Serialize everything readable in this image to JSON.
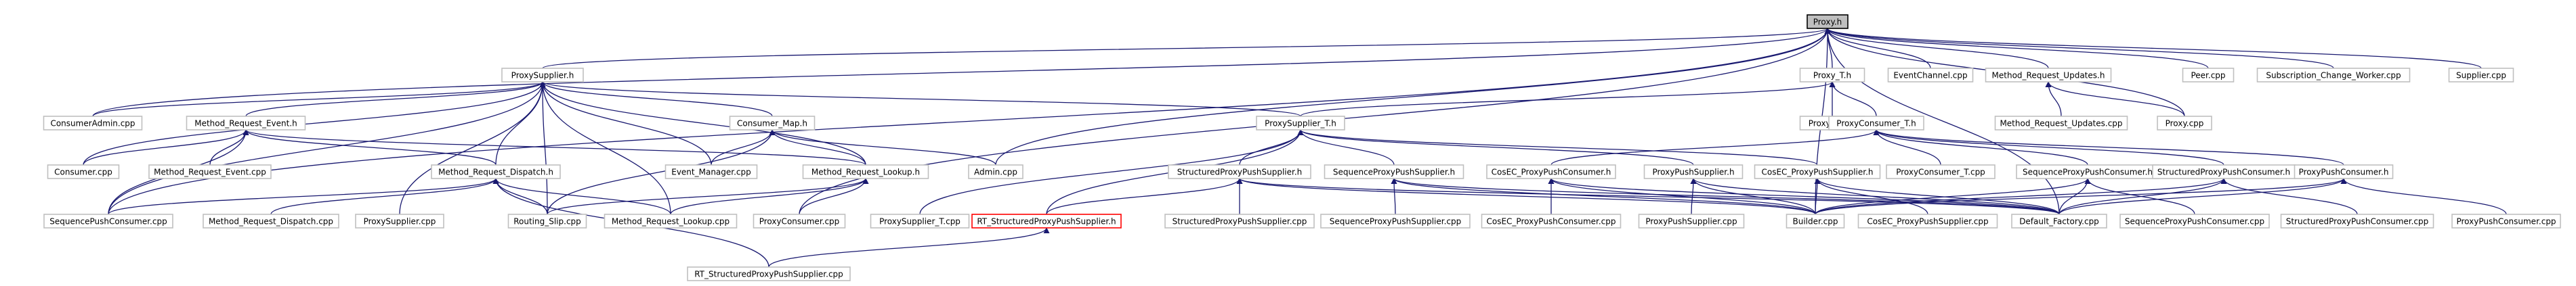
{
  "nodes": [
    {
      "id": "proxy_h",
      "label": "Proxy.h",
      "style": "root"
    },
    {
      "id": "proxysupplier_h",
      "label": "ProxySupplier.h",
      "style": "normal"
    },
    {
      "id": "proxy_t_h",
      "label": "Proxy_T.h",
      "style": "normal"
    },
    {
      "id": "eventchannel_cpp",
      "label": "EventChannel.cpp",
      "style": "normal"
    },
    {
      "id": "mru_h",
      "label": "Method_Request_Updates.h",
      "style": "normal"
    },
    {
      "id": "peer_cpp",
      "label": "Peer.cpp",
      "style": "normal"
    },
    {
      "id": "subchange_cpp",
      "label": "Subscription_Change_Worker.cpp",
      "style": "normal"
    },
    {
      "id": "supplier_cpp",
      "label": "Supplier.cpp",
      "style": "normal"
    },
    {
      "id": "consumeradmin_cpp",
      "label": "ConsumerAdmin.cpp",
      "style": "normal"
    },
    {
      "id": "mre_h",
      "label": "Method_Request_Event.h",
      "style": "normal"
    },
    {
      "id": "consumer_map_h",
      "label": "Consumer_Map.h",
      "style": "normal"
    },
    {
      "id": "proxysupplier_t_h",
      "label": "ProxySupplier_T.h",
      "style": "normal"
    },
    {
      "id": "proxy_t_cpp",
      "label": "Proxy_T.cpp",
      "style": "normal"
    },
    {
      "id": "proxyconsumer_t_h",
      "label": "ProxyConsumer_T.h",
      "style": "normal"
    },
    {
      "id": "mru_cpp",
      "label": "Method_Request_Updates.cpp",
      "style": "normal"
    },
    {
      "id": "proxy_cpp",
      "label": "Proxy.cpp",
      "style": "normal"
    },
    {
      "id": "consumer_cpp",
      "label": "Consumer.cpp",
      "style": "normal"
    },
    {
      "id": "mre_cpp",
      "label": "Method_Request_Event.cpp",
      "style": "normal"
    },
    {
      "id": "event_manager_cpp",
      "label": "Event_Manager.cpp",
      "style": "normal"
    },
    {
      "id": "admin_cpp",
      "label": "Admin.cpp",
      "style": "normal"
    },
    {
      "id": "mrd_h",
      "label": "Method_Request_Dispatch.h",
      "style": "normal"
    },
    {
      "id": "mrl_h",
      "label": "Method_Request_Lookup.h",
      "style": "normal"
    },
    {
      "id": "spps_h",
      "label": "StructuredProxyPushSupplier.h",
      "style": "normal"
    },
    {
      "id": "seqpps_h",
      "label": "SequenceProxyPushSupplier.h",
      "style": "normal"
    },
    {
      "id": "cosec_ppc_h",
      "label": "CosEC_ProxyPushConsumer.h",
      "style": "normal"
    },
    {
      "id": "pps_h",
      "label": "ProxyPushSupplier.h",
      "style": "normal"
    },
    {
      "id": "cosec_pps_h",
      "label": "CosEC_ProxyPushSupplier.h",
      "style": "normal"
    },
    {
      "id": "proxyconsumer_t_cpp",
      "label": "ProxyConsumer_T.cpp",
      "style": "normal"
    },
    {
      "id": "seqppc_h",
      "label": "SequenceProxyPushConsumer.h",
      "style": "normal"
    },
    {
      "id": "sppc_h",
      "label": "StructuredProxyPushConsumer.h",
      "style": "normal"
    },
    {
      "id": "ppc_h",
      "label": "ProxyPushConsumer.h",
      "style": "normal"
    },
    {
      "id": "seqpushconsumer_cpp",
      "label": "SequencePushConsumer.cpp",
      "style": "normal"
    },
    {
      "id": "mrd_cpp",
      "label": "Method_Request_Dispatch.cpp",
      "style": "normal"
    },
    {
      "id": "proxysupplier_cpp",
      "label": "ProxySupplier.cpp",
      "style": "normal"
    },
    {
      "id": "routing_slip_cpp",
      "label": "Routing_Slip.cpp",
      "style": "normal"
    },
    {
      "id": "mrl_cpp",
      "label": "Method_Request_Lookup.cpp",
      "style": "normal"
    },
    {
      "id": "proxyconsumer_cpp",
      "label": "ProxyConsumer.cpp",
      "style": "normal"
    },
    {
      "id": "proxysupplier_t_cpp",
      "label": "ProxySupplier_T.cpp",
      "style": "normal"
    },
    {
      "id": "rt_spps_h",
      "label": "RT_StructuredProxyPushSupplier.h",
      "style": "red"
    },
    {
      "id": "spps_cpp",
      "label": "StructuredProxyPushSupplier.cpp",
      "style": "normal"
    },
    {
      "id": "seqpps_cpp",
      "label": "SequenceProxyPushSupplier.cpp",
      "style": "normal"
    },
    {
      "id": "cosec_ppc_cpp",
      "label": "CosEC_ProxyPushConsumer.cpp",
      "style": "normal"
    },
    {
      "id": "pps_cpp",
      "label": "ProxyPushSupplier.cpp",
      "style": "normal"
    },
    {
      "id": "builder_cpp",
      "label": "Builder.cpp",
      "style": "normal"
    },
    {
      "id": "cosec_pps_cpp",
      "label": "CosEC_ProxyPushSupplier.cpp",
      "style": "normal"
    },
    {
      "id": "default_factory_cpp",
      "label": "Default_Factory.cpp",
      "style": "normal"
    },
    {
      "id": "seqppc_cpp",
      "label": "SequenceProxyPushConsumer.cpp",
      "style": "normal"
    },
    {
      "id": "sppc_cpp",
      "label": "StructuredProxyPushConsumer.cpp",
      "style": "normal"
    },
    {
      "id": "ppc_cpp",
      "label": "ProxyPushConsumer.cpp",
      "style": "normal"
    },
    {
      "id": "rt_spps_cpp",
      "label": "RT_StructuredProxyPushSupplier.cpp",
      "style": "normal"
    }
  ],
  "edges": [
    [
      "proxysupplier_h",
      "proxy_h"
    ],
    [
      "proxy_t_h",
      "proxy_h"
    ],
    [
      "eventchannel_cpp",
      "proxy_h"
    ],
    [
      "mru_h",
      "proxy_h"
    ],
    [
      "peer_cpp",
      "proxy_h"
    ],
    [
      "subchange_cpp",
      "proxy_h"
    ],
    [
      "supplier_cpp",
      "proxy_h"
    ],
    [
      "proxy_cpp",
      "proxy_h"
    ],
    [
      "consumeradmin_cpp",
      "proxy_h"
    ],
    [
      "admin_cpp",
      "proxy_h"
    ],
    [
      "seqpushconsumer_cpp",
      "proxy_h"
    ],
    [
      "builder_cpp",
      "proxy_h"
    ],
    [
      "proxyconsumer_cpp",
      "proxy_h"
    ],
    [
      "default_factory_cpp",
      "proxy_h"
    ],
    [
      "consumeradmin_cpp",
      "proxysupplier_h"
    ],
    [
      "mre_h",
      "proxysupplier_h"
    ],
    [
      "consumer_map_h",
      "proxysupplier_h"
    ],
    [
      "proxysupplier_t_h",
      "proxysupplier_h"
    ],
    [
      "consumer_cpp",
      "proxysupplier_h"
    ],
    [
      "mrd_h",
      "proxysupplier_h"
    ],
    [
      "mrl_h",
      "proxysupplier_h"
    ],
    [
      "event_manager_cpp",
      "proxysupplier_h"
    ],
    [
      "seqpushconsumer_cpp",
      "proxysupplier_h"
    ],
    [
      "proxysupplier_cpp",
      "proxysupplier_h"
    ],
    [
      "routing_slip_cpp",
      "proxysupplier_h"
    ],
    [
      "mrl_cpp",
      "proxysupplier_h"
    ],
    [
      "proxy_t_cpp",
      "proxy_t_h"
    ],
    [
      "proxyconsumer_t_h",
      "proxy_t_h"
    ],
    [
      "proxysupplier_t_h",
      "proxy_t_h"
    ],
    [
      "mru_cpp",
      "mru_h"
    ],
    [
      "proxy_cpp",
      "mru_h"
    ],
    [
      "consumer_cpp",
      "mre_h"
    ],
    [
      "mre_cpp",
      "mre_h"
    ],
    [
      "mrd_h",
      "mre_h"
    ],
    [
      "mrl_h",
      "mre_h"
    ],
    [
      "seqpushconsumer_cpp",
      "mre_h"
    ],
    [
      "event_manager_cpp",
      "consumer_map_h"
    ],
    [
      "admin_cpp",
      "consumer_map_h"
    ],
    [
      "mrl_h",
      "consumer_map_h"
    ],
    [
      "routing_slip_cpp",
      "consumer_map_h"
    ],
    [
      "spps_h",
      "proxysupplier_t_h"
    ],
    [
      "seqpps_h",
      "proxysupplier_t_h"
    ],
    [
      "pps_h",
      "proxysupplier_t_h"
    ],
    [
      "cosec_pps_h",
      "proxysupplier_t_h"
    ],
    [
      "proxysupplier_t_cpp",
      "proxysupplier_t_h"
    ],
    [
      "rt_spps_h",
      "proxysupplier_t_h"
    ],
    [
      "proxyconsumer_t_cpp",
      "proxyconsumer_t_h"
    ],
    [
      "cosec_ppc_h",
      "proxyconsumer_t_h"
    ],
    [
      "seqppc_h",
      "proxyconsumer_t_h"
    ],
    [
      "sppc_h",
      "proxyconsumer_t_h"
    ],
    [
      "ppc_h",
      "proxyconsumer_t_h"
    ],
    [
      "mrd_cpp",
      "mrd_h"
    ],
    [
      "seqpushconsumer_cpp",
      "mrd_h"
    ],
    [
      "routing_slip_cpp",
      "mrd_h"
    ],
    [
      "mrl_cpp",
      "mrd_h"
    ],
    [
      "rt_spps_cpp",
      "mrd_h"
    ],
    [
      "mrl_cpp",
      "mrl_h"
    ],
    [
      "routing_slip_cpp",
      "mrl_h"
    ],
    [
      "proxyconsumer_cpp",
      "mrl_h"
    ],
    [
      "spps_cpp",
      "spps_h"
    ],
    [
      "rt_spps_h",
      "spps_h"
    ],
    [
      "builder_cpp",
      "spps_h"
    ],
    [
      "default_factory_cpp",
      "spps_h"
    ],
    [
      "seqpps_cpp",
      "seqpps_h"
    ],
    [
      "builder_cpp",
      "seqpps_h"
    ],
    [
      "default_factory_cpp",
      "seqpps_h"
    ],
    [
      "cosec_ppc_cpp",
      "cosec_ppc_h"
    ],
    [
      "builder_cpp",
      "cosec_ppc_h"
    ],
    [
      "default_factory_cpp",
      "cosec_ppc_h"
    ],
    [
      "pps_cpp",
      "pps_h"
    ],
    [
      "builder_cpp",
      "pps_h"
    ],
    [
      "default_factory_cpp",
      "pps_h"
    ],
    [
      "cosec_pps_cpp",
      "cosec_pps_h"
    ],
    [
      "builder_cpp",
      "cosec_pps_h"
    ],
    [
      "default_factory_cpp",
      "cosec_pps_h"
    ],
    [
      "seqppc_cpp",
      "seqppc_h"
    ],
    [
      "builder_cpp",
      "seqppc_h"
    ],
    [
      "default_factory_cpp",
      "seqppc_h"
    ],
    [
      "sppc_cpp",
      "sppc_h"
    ],
    [
      "builder_cpp",
      "sppc_h"
    ],
    [
      "default_factory_cpp",
      "sppc_h"
    ],
    [
      "ppc_cpp",
      "ppc_h"
    ],
    [
      "builder_cpp",
      "ppc_h"
    ],
    [
      "default_factory_cpp",
      "ppc_h"
    ],
    [
      "rt_spps_cpp",
      "rt_spps_h"
    ]
  ],
  "colors": {
    "edge": "#191970",
    "node_border": "#bfbfbf",
    "root_fill": "#bfbfbf",
    "root_border": "#000000",
    "red_border": "#ff0000",
    "node_fill": "#ffffff"
  }
}
